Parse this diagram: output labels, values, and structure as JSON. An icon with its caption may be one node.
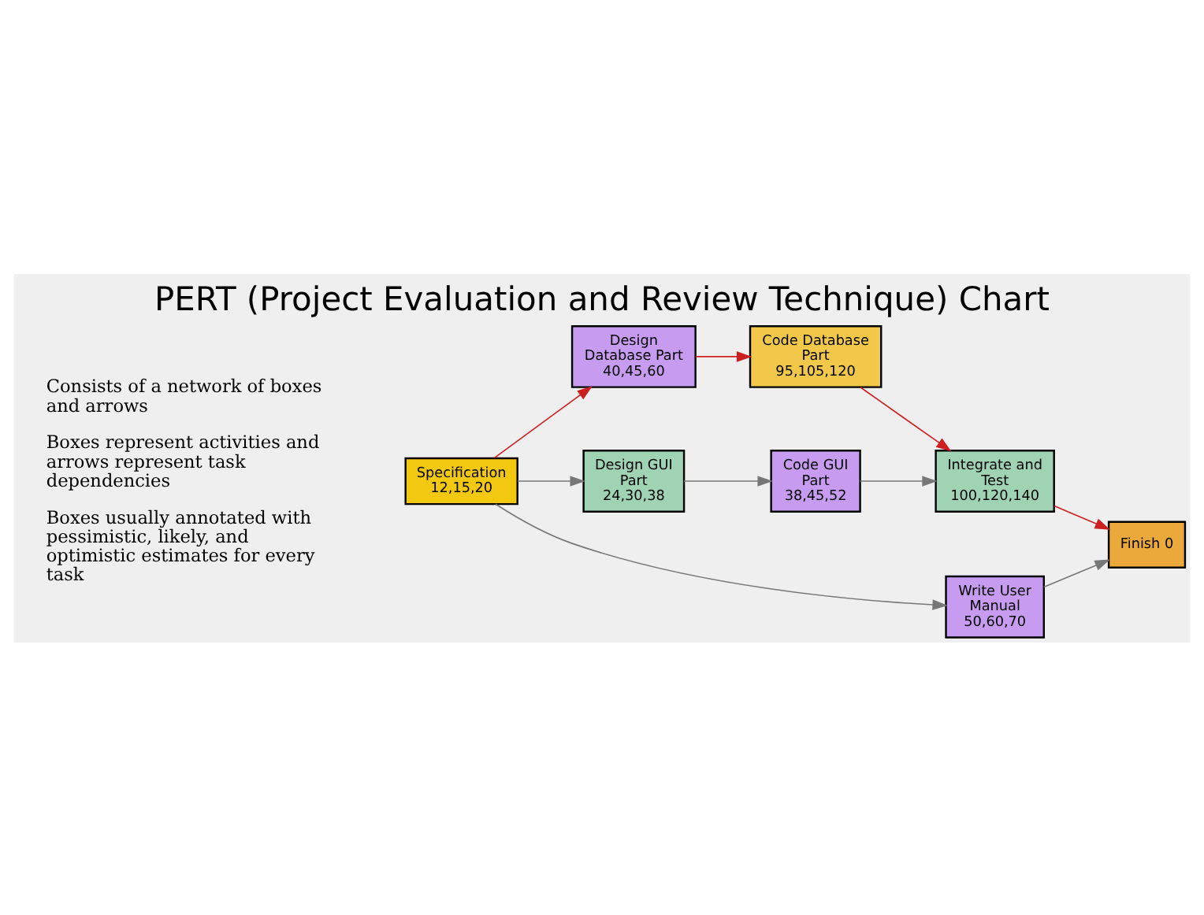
{
  "diagram": {
    "title": "PERT (Project Evaluation and Review Technique) Chart",
    "nodes": [
      {
        "text": [
          "Specification 12,15,20"
        ]
      },
      {
        "text": [
          "Design Database Part 40,45,60"
        ]
      },
      {
        "text": [
          "Code Database Part 95,105,120"
        ]
      },
      {
        "text": [
          "Integrate and Test 100,120,140"
        ]
      },
      {
        "text": [
          "Design GUI Part 24,30,38"
        ]
      },
      {
        "text": [
          "Code GUI Part 38,45,52"
        ]
      },
      {
        "text": [
          "Write User Manual 50,60,70"
        ]
      },
      {
        "text": [
          "Finish 0"
        ]
      }
    ],
    "edges": [
      {
        "from": 0,
        "to": 1,
        "arrow": "to",
        "color": "#cc2020"
      },
      {
        "from": 1,
        "to": 2,
        "arrow": "to",
        "color": "#cc2020"
      },
      {
        "from": 2,
        "to": 3,
        "arrow": "to",
        "color": "#cc2020"
      },
      {
        "from": 3,
        "to": 7,
        "arrow": "to",
        "color": "#cc2020"
      },
      {
        "from": 0,
        "to": 4,
        "arrow": "to"
      },
      {
        "from": 4,
        "to": 5,
        "arrow": "to"
      },
      {
        "from": 5,
        "to": 3,
        "arrow": "to"
      },
      {
        "from": 0,
        "to": 6,
        "arrow": "to"
      },
      {
        "from": 6,
        "to": 7,
        "arrow": "to"
      }
    ],
    "labels": [
      "Consists of a network of boxes and arrows",
      "Boxes represent activities and arrows represent task dependencies",
      "Boxes usually annotated with pessimistic, likely, and optimistic estimates for every task"
    ]
  }
}
